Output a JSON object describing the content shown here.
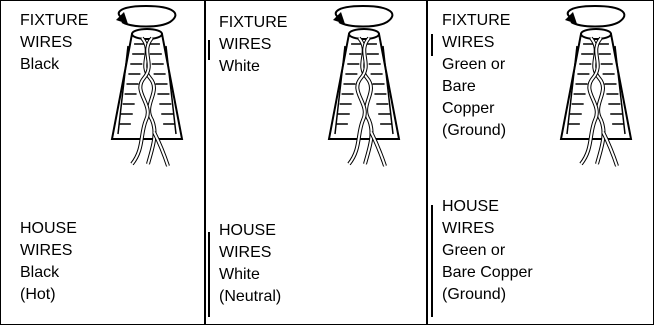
{
  "panels": [
    {
      "fixture_lines": [
        "FIXTURE",
        "WIRES",
        "Black"
      ],
      "house_lines": [
        "HOUSE",
        "WIRES",
        "Black",
        "(Hot)"
      ]
    },
    {
      "fixture_lines": [
        "FIXTURE",
        "WIRES",
        "White"
      ],
      "house_lines": [
        "HOUSE",
        "WIRES",
        "White",
        "(Neutral)"
      ]
    },
    {
      "fixture_lines": [
        "FIXTURE",
        "WIRES",
        "Green or",
        "Bare",
        "Copper",
        "(Ground)"
      ],
      "house_lines": [
        "HOUSE",
        "WIRES",
        "Green or",
        "Bare Copper",
        "(Ground)"
      ]
    }
  ],
  "colors": {
    "line": "#000000",
    "background": "#ffffff"
  },
  "icons": [
    "wire-nut-icon",
    "rotation-arrow-icon"
  ]
}
